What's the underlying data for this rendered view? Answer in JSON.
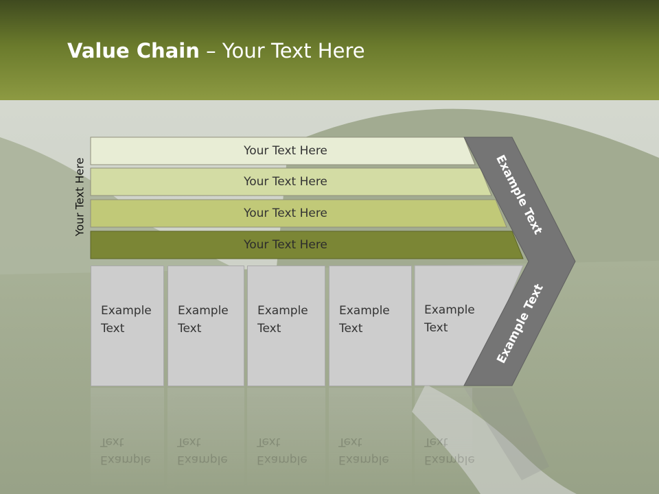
{
  "title": {
    "bold": "Value Chain",
    "rest": " – Your Text Here"
  },
  "side_label": "Your Text Here",
  "bars": [
    {
      "label": "Your Text Here",
      "color": "#e8edd5"
    },
    {
      "label": "Your Text Here",
      "color": "#d3dca4"
    },
    {
      "label": "Your Text Here",
      "color": "#c1c978"
    },
    {
      "label": "Your Text Here",
      "color": "#7b8635"
    }
  ],
  "boxes": [
    {
      "line1": "Example",
      "line2": "Text"
    },
    {
      "line1": "Example",
      "line2": "Text"
    },
    {
      "line1": "Example",
      "line2": "Text"
    },
    {
      "line1": "Example",
      "line2": "Text"
    },
    {
      "line1": "Example",
      "line2": "Text"
    }
  ],
  "arrow_upper_text": "Example Text",
  "arrow_lower_text": "Example Text",
  "colors": {
    "header_dark": "#3f4a1f",
    "header_light": "#8d9a42",
    "arrow": "#757575",
    "box": "#cdcdcd"
  }
}
